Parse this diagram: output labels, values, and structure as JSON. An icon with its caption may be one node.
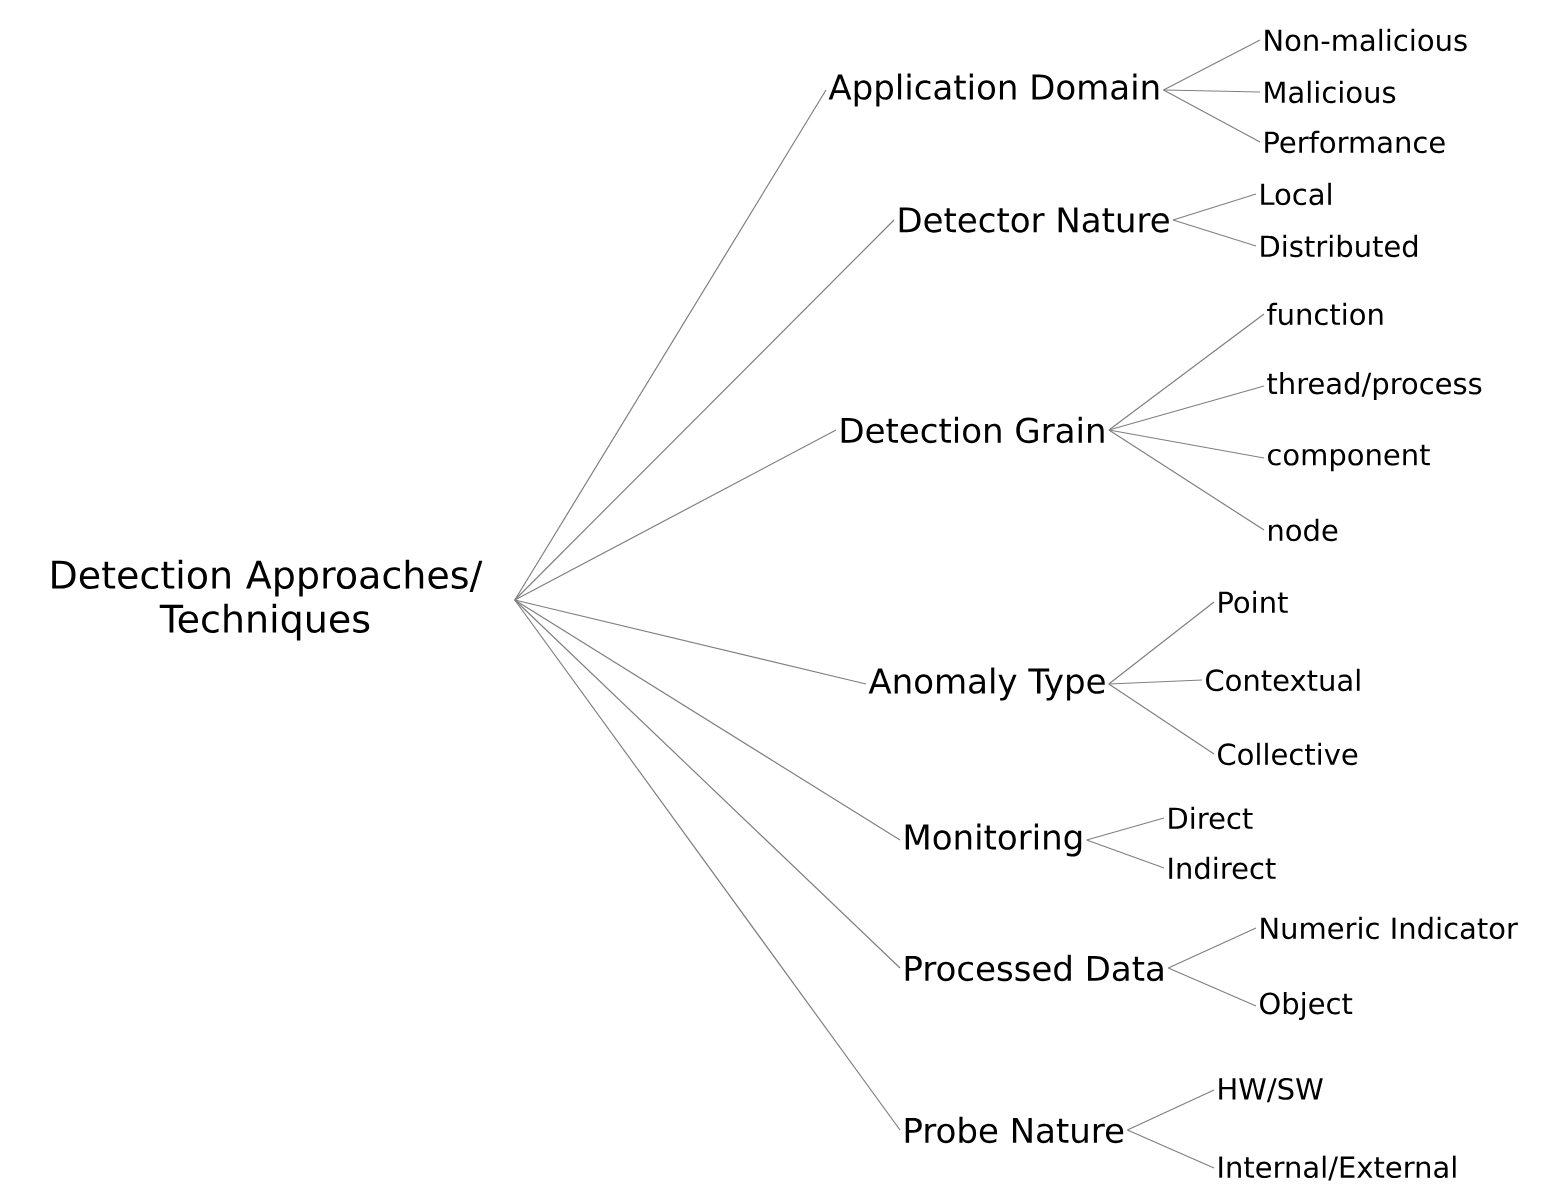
{
  "diagram": {
    "nodes": [
      {
        "text": [
          "Detection Approaches/ Techniques"
        ]
      },
      {
        "text": [
          "Application Domain"
        ]
      },
      {
        "text": [
          "Detector Nature"
        ]
      },
      {
        "text": [
          "Detection Grain"
        ]
      },
      {
        "text": [
          "Anomaly Type"
        ]
      },
      {
        "text": [
          "Monitoring"
        ]
      },
      {
        "text": [
          "Processed Data"
        ]
      },
      {
        "text": [
          "Probe Nature"
        ]
      },
      {
        "text": [
          "Non-malicious"
        ]
      },
      {
        "text": [
          "Malicious"
        ]
      },
      {
        "text": [
          "Performance"
        ]
      },
      {
        "text": [
          "Local"
        ]
      },
      {
        "text": [
          "Distributed"
        ]
      },
      {
        "text": [
          "function"
        ]
      },
      {
        "text": [
          "thread/process"
        ]
      },
      {
        "text": [
          "component"
        ]
      },
      {
        "text": [
          "node"
        ]
      },
      {
        "text": [
          "Point"
        ]
      },
      {
        "text": [
          "Contextual"
        ]
      },
      {
        "text": [
          "Collective"
        ]
      },
      {
        "text": [
          "Direct"
        ]
      },
      {
        "text": [
          "Indirect"
        ]
      },
      {
        "text": [
          "Numeric Indicator"
        ]
      },
      {
        "text": [
          "Object"
        ]
      },
      {
        "text": [
          "HW/SW"
        ]
      },
      {
        "text": [
          "Internal/External"
        ]
      }
    ],
    "edges": [
      {
        "from": 0,
        "to": 1,
        "arrow": "none"
      },
      {
        "from": 0,
        "to": 2,
        "arrow": "none"
      },
      {
        "from": 0,
        "to": 3,
        "arrow": "none"
      },
      {
        "from": 0,
        "to": 4,
        "arrow": "none"
      },
      {
        "from": 0,
        "to": 5,
        "arrow": "none"
      },
      {
        "from": 0,
        "to": 6,
        "arrow": "none"
      },
      {
        "from": 0,
        "to": 7,
        "arrow": "none"
      },
      {
        "from": 1,
        "to": 8,
        "arrow": "none"
      },
      {
        "from": 1,
        "to": 9,
        "arrow": "none"
      },
      {
        "from": 1,
        "to": 10,
        "arrow": "none"
      },
      {
        "from": 2,
        "to": 11,
        "arrow": "none"
      },
      {
        "from": 2,
        "to": 12,
        "arrow": "none"
      },
      {
        "from": 3,
        "to": 13,
        "arrow": "none"
      },
      {
        "from": 3,
        "to": 14,
        "arrow": "none"
      },
      {
        "from": 3,
        "to": 15,
        "arrow": "none"
      },
      {
        "from": 3,
        "to": 16,
        "arrow": "none"
      },
      {
        "from": 4,
        "to": 17,
        "arrow": "none"
      },
      {
        "from": 4,
        "to": 18,
        "arrow": "none"
      },
      {
        "from": 4,
        "to": 19,
        "arrow": "none"
      },
      {
        "from": 5,
        "to": 20,
        "arrow": "none"
      },
      {
        "from": 5,
        "to": 21,
        "arrow": "none"
      },
      {
        "from": 6,
        "to": 22,
        "arrow": "none"
      },
      {
        "from": 6,
        "to": 23,
        "arrow": "none"
      },
      {
        "from": 7,
        "to": 24,
        "arrow": "none"
      },
      {
        "from": 7,
        "to": 25,
        "arrow": "none"
      }
    ]
  }
}
